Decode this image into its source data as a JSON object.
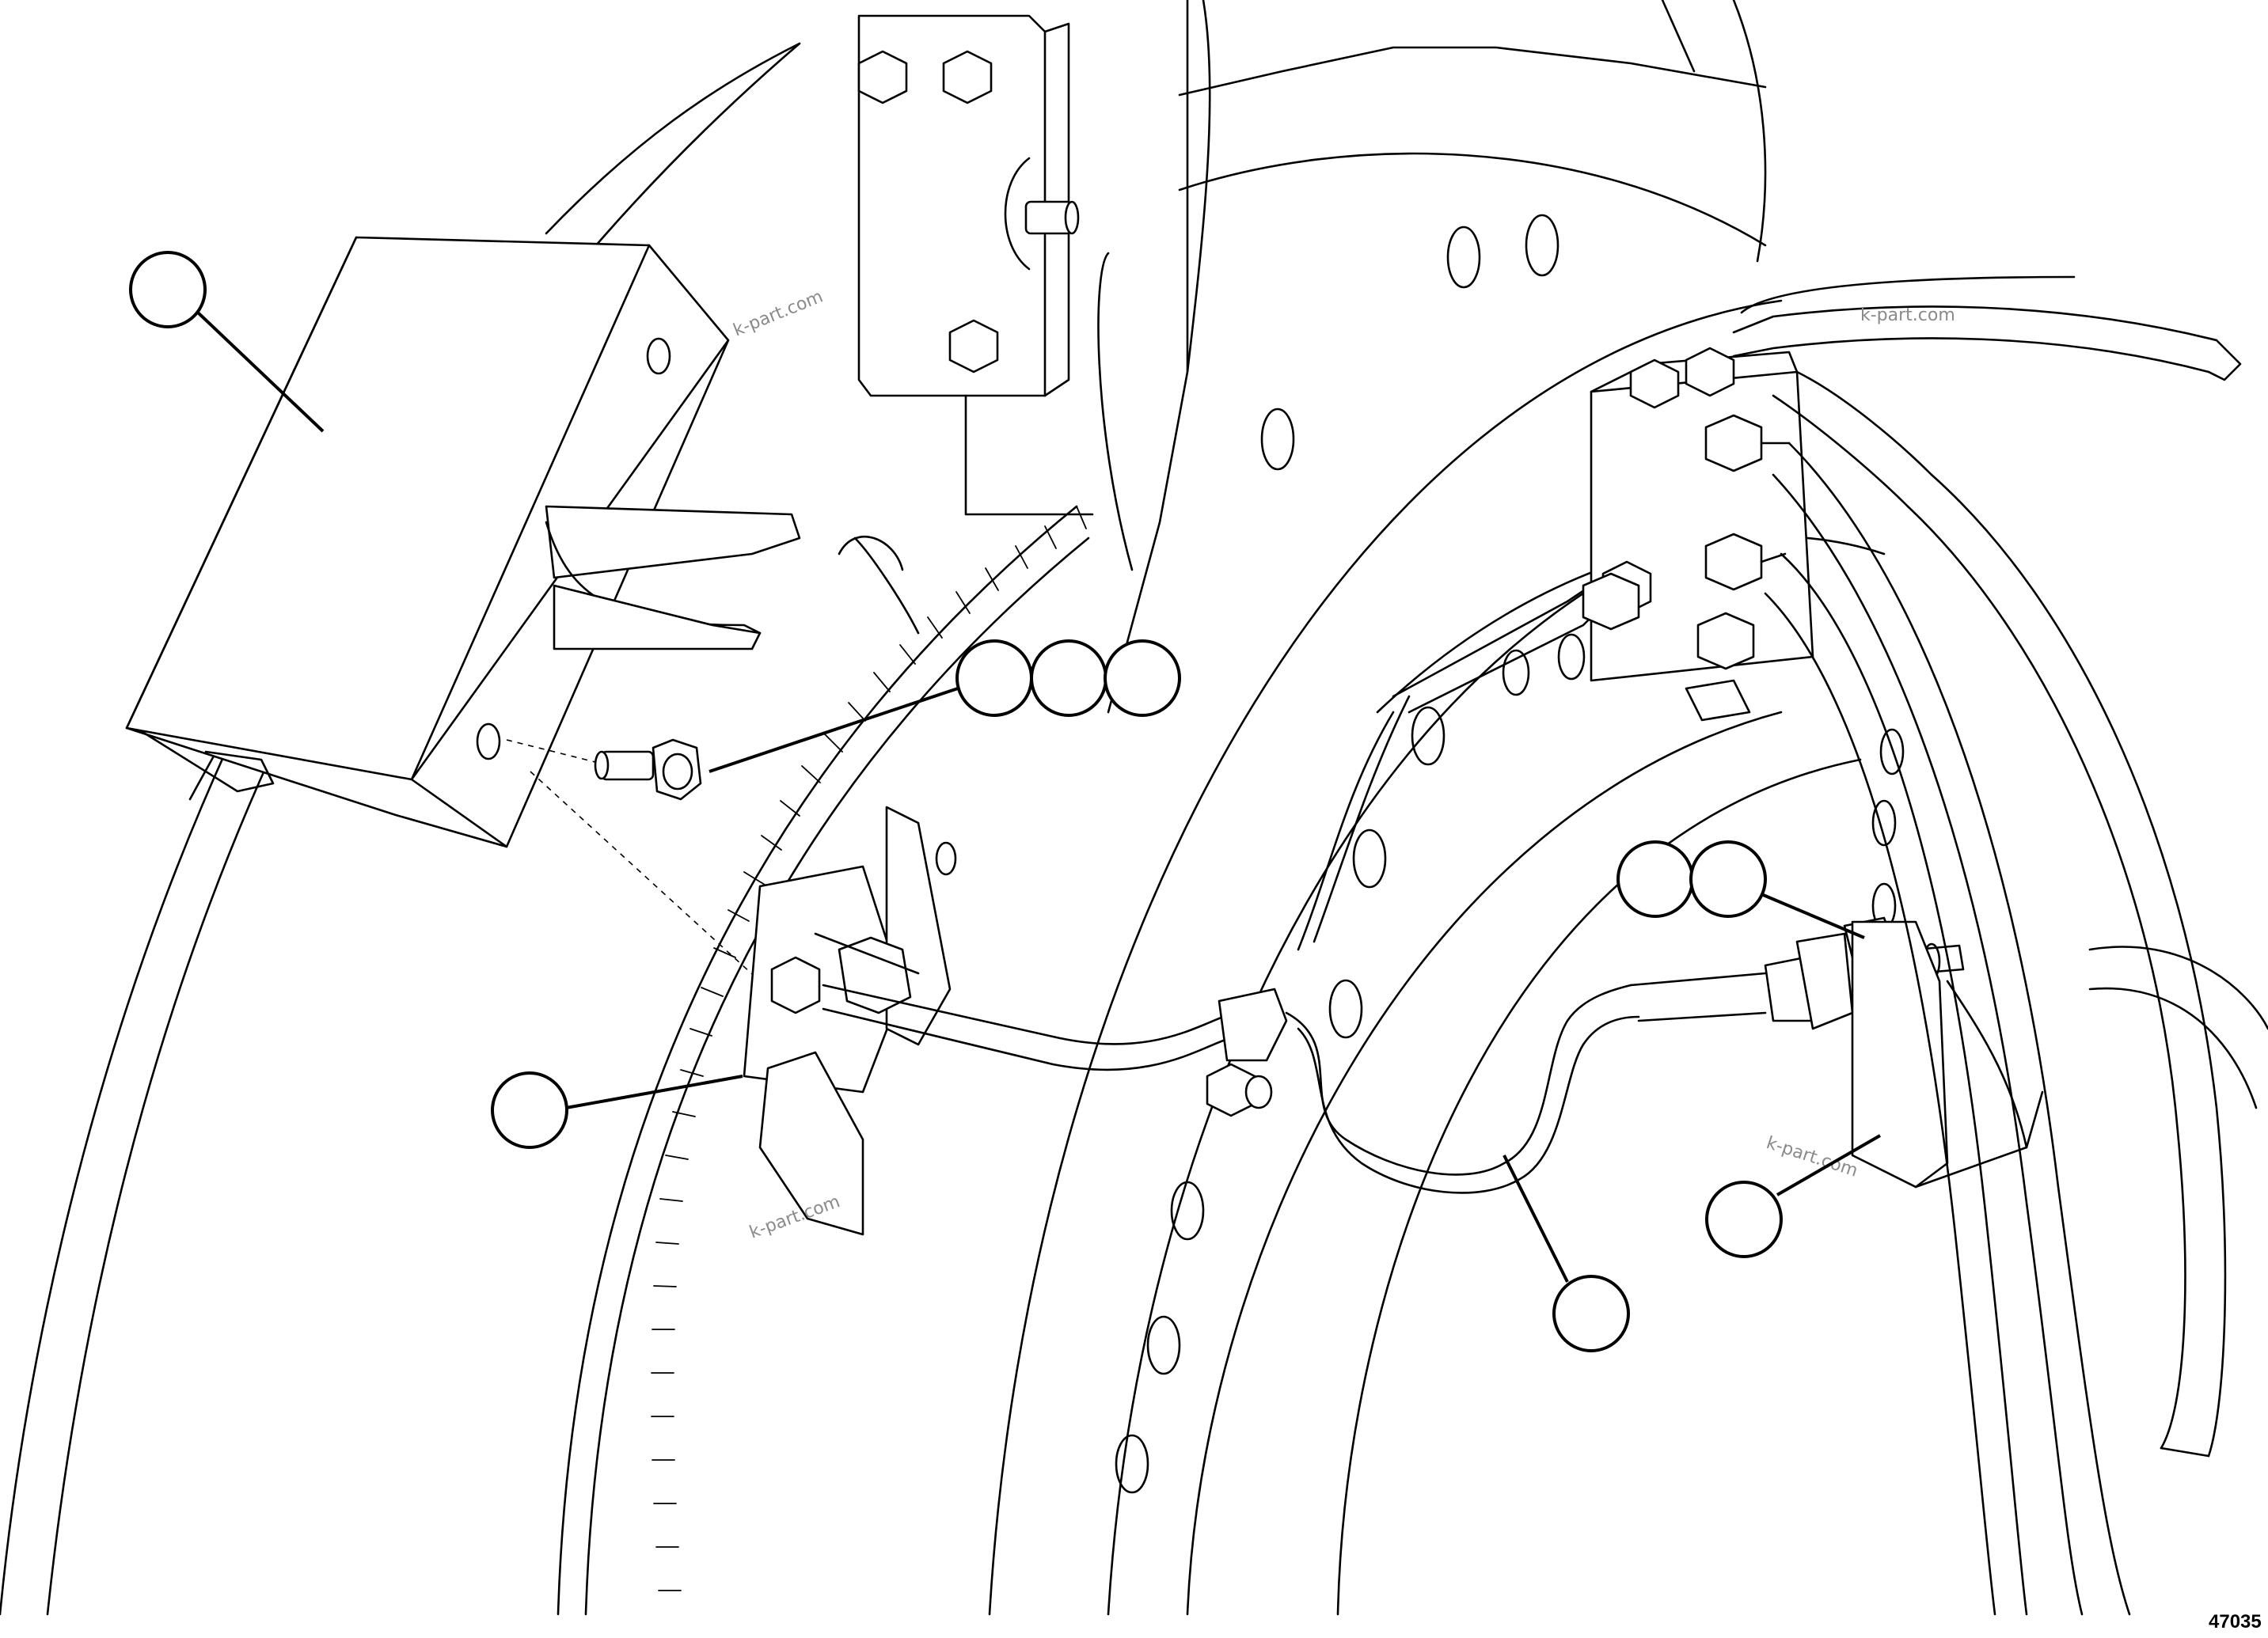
{
  "figure_number": "47035",
  "watermarks": [
    "k-part.com",
    "k-part.com",
    "k-part.com",
    "k-part.com"
  ],
  "callouts": [
    {
      "id": "callout-1",
      "label": ""
    },
    {
      "id": "callout-2a",
      "label": ""
    },
    {
      "id": "callout-2b",
      "label": ""
    },
    {
      "id": "callout-2c",
      "label": ""
    },
    {
      "id": "callout-3",
      "label": ""
    },
    {
      "id": "callout-4a",
      "label": ""
    },
    {
      "id": "callout-4b",
      "label": ""
    },
    {
      "id": "callout-5",
      "label": ""
    },
    {
      "id": "callout-6",
      "label": ""
    }
  ],
  "colors": {
    "line": "#000000",
    "background": "#ffffff",
    "watermark": "#8a8a8a"
  }
}
